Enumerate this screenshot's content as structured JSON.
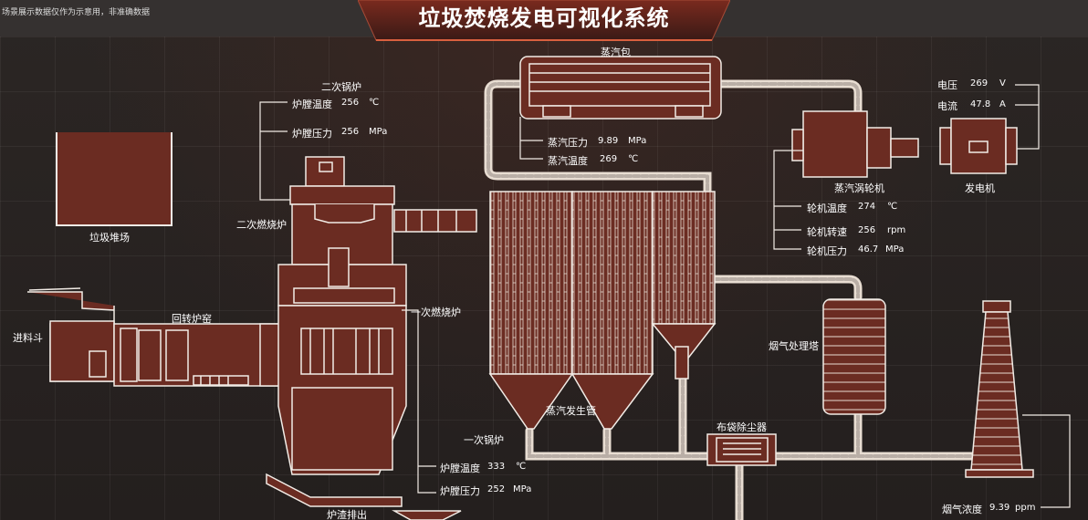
{
  "header": {
    "title": "垃圾焚烧发电可视化系统",
    "notice": "场景展示数据仅作为示意用，非准确数据"
  },
  "labels": {
    "garbage_yard": "垃圾堆场",
    "feed_hopper": "进料斗",
    "rotary_kiln": "回转炉窑",
    "secondary_combustor": "二次燃烧炉",
    "primary_combustor": "一次燃烧炉",
    "secondary_boiler": "二次锅炉",
    "primary_boiler": "一次锅炉",
    "steam_drum": "蒸汽包",
    "steam_gen_tube": "蒸汽发生管",
    "steam_turbine": "蒸汽涡轮机",
    "generator": "发电机",
    "flue_gas_tower": "烟气处理塔",
    "bag_filter": "布袋除尘器",
    "slag_discharge": "炉渣排出"
  },
  "secondary_boiler": {
    "furnace_temp": {
      "label": "炉膛温度",
      "value": "256",
      "unit": "℃"
    },
    "furnace_pressure": {
      "label": "炉膛压力",
      "value": "256",
      "unit": "MPa"
    }
  },
  "primary_boiler": {
    "furnace_temp": {
      "label": "炉膛温度",
      "value": "333",
      "unit": "℃"
    },
    "furnace_pressure": {
      "label": "炉膛压力",
      "value": "252",
      "unit": "MPa"
    }
  },
  "steam_drum": {
    "pressure": {
      "label": "蒸汽压力",
      "value": "9.89",
      "unit": "MPa"
    },
    "temperature": {
      "label": "蒸汽温度",
      "value": "269",
      "unit": "℃"
    }
  },
  "turbine": {
    "temp": {
      "label": "轮机温度",
      "value": "274",
      "unit": "℃"
    },
    "speed": {
      "label": "轮机转速",
      "value": "256",
      "unit": "rpm"
    },
    "pressure": {
      "label": "轮机压力",
      "value": "46.7",
      "unit": "MPa"
    }
  },
  "generator": {
    "voltage": {
      "label": "电压",
      "value": "269",
      "unit": "V"
    },
    "current": {
      "label": "电流",
      "value": "47.8",
      "unit": "A"
    }
  },
  "flue_gas": {
    "concentration": {
      "label": "烟气浓度",
      "value": "9.39",
      "unit": "ppm"
    }
  },
  "colors": {
    "equipment_fill": "#6b2c22",
    "line": "#f2ece6",
    "background": "#2a2523",
    "title_accent": "#7a2a1e"
  }
}
